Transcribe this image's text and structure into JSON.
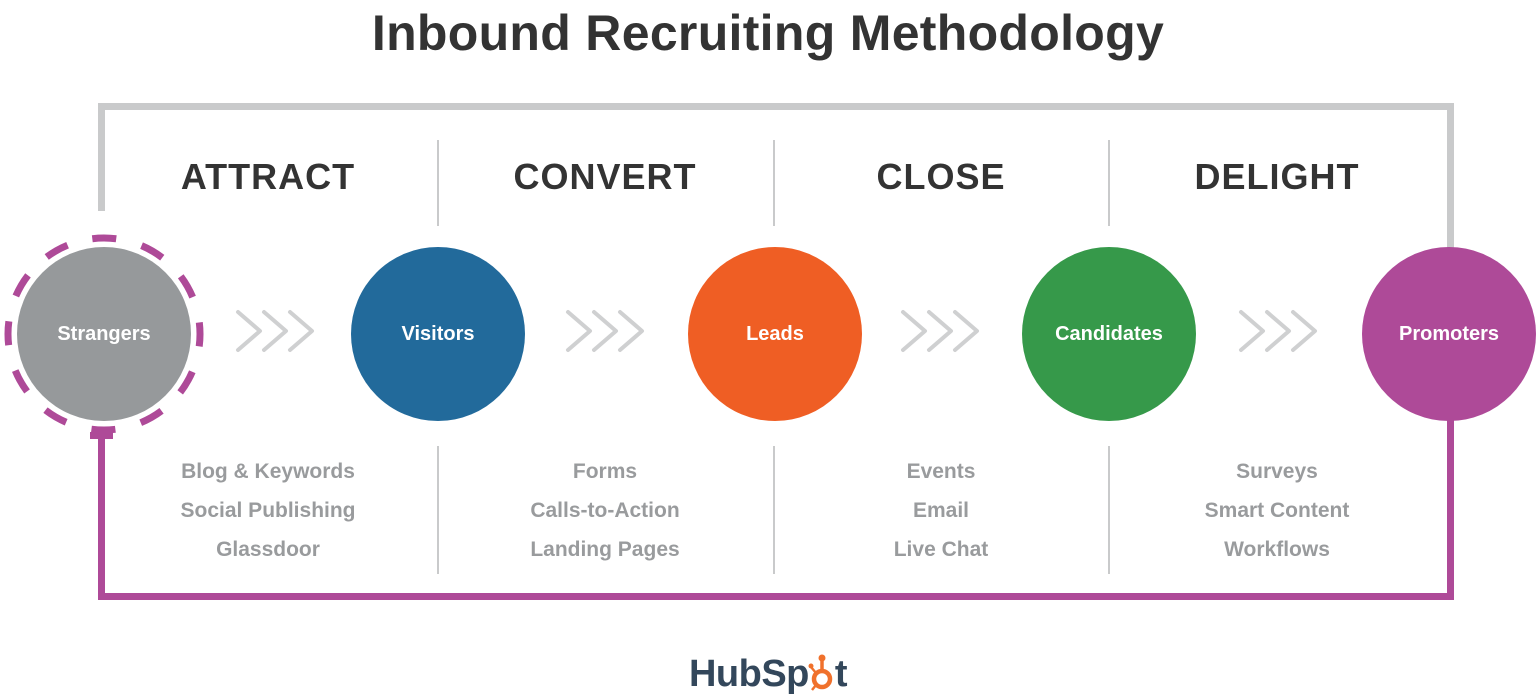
{
  "title": "Inbound Recruiting Methodology",
  "colors": {
    "gray_frame": "#c9cacb",
    "purple_frame": "#ae4a98",
    "title_text": "#333333",
    "tool_text": "#999b9d",
    "hubspot_text": "#33475b",
    "hubspot_orange": "#f0712c"
  },
  "stages": [
    {
      "label": "ATTRACT",
      "tools": [
        "Blog & Keywords",
        "Social Publishing",
        "Glassdoor"
      ]
    },
    {
      "label": "CONVERT",
      "tools": [
        "Forms",
        "Calls-to-Action",
        "Landing Pages"
      ]
    },
    {
      "label": "CLOSE",
      "tools": [
        "Events",
        "Email",
        "Live Chat"
      ]
    },
    {
      "label": "DELIGHT",
      "tools": [
        "Surveys",
        "Smart Content",
        "Workflows"
      ]
    }
  ],
  "nodes": [
    {
      "label": "Strangers",
      "color": "#96999b"
    },
    {
      "label": "Visitors",
      "color": "#226a9b"
    },
    {
      "label": "Leads",
      "color": "#ef5e24"
    },
    {
      "label": "Candidates",
      "color": "#36994a"
    },
    {
      "label": "Promoters",
      "color": "#ae4a98"
    }
  ],
  "arrows": [
    "chevron-triple-right",
    "chevron-triple-right",
    "chevron-triple-right",
    "chevron-triple-right"
  ],
  "logo": {
    "text_pre": "HubSp",
    "text_post": "t"
  }
}
